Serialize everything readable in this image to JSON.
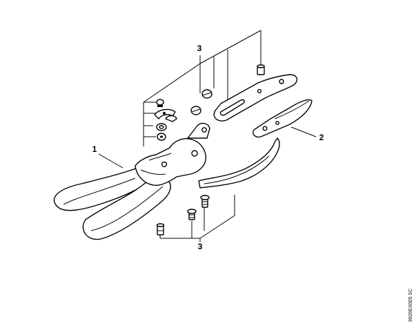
{
  "diagram": {
    "callouts": {
      "handle": "1",
      "cutting_blade": "2",
      "fasteners_top": "3",
      "fasteners_bottom": "3"
    },
    "drawing_code": "9920EX005 SC"
  }
}
